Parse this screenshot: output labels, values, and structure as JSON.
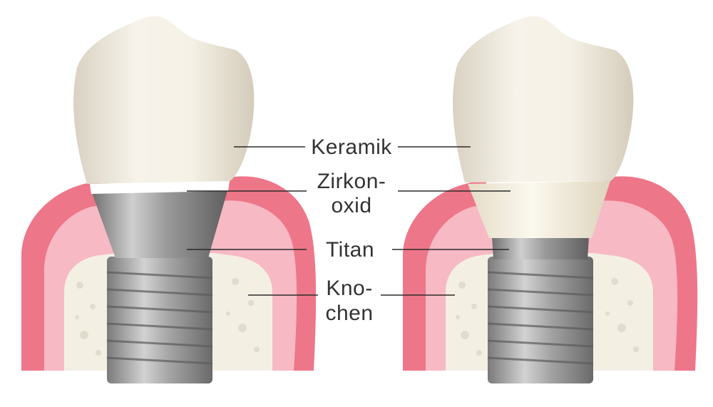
{
  "labels": {
    "keramik": "Keramik",
    "zirkonoxid_line1": "Zirkon-",
    "zirkonoxid_line2": "oxid",
    "titan": "Titan",
    "knochen_line1": "Kno-",
    "knochen_line2": "chen"
  },
  "colors": {
    "gum": "#ee7689",
    "gum_light": "#f7b9c4",
    "bone": "#f4efe3",
    "crown": "#f3eee0",
    "titanium": "#a7a7a7",
    "zirconia": "#f5f1e1",
    "label_text": "#333333"
  }
}
